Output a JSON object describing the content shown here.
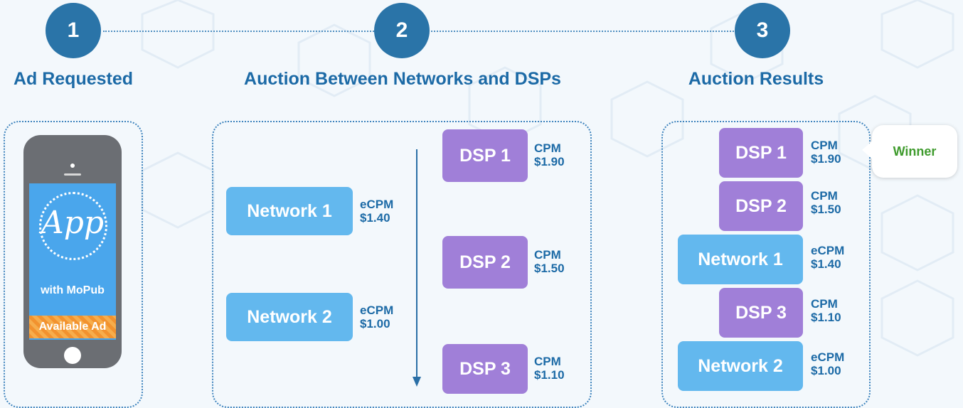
{
  "steps": [
    {
      "number": "1",
      "title": "Ad Requested"
    },
    {
      "number": "2",
      "title": "Auction Between Networks and DSPs"
    },
    {
      "number": "3",
      "title": "Auction Results"
    }
  ],
  "phone": {
    "app_word": "App",
    "app_subtitle": "with MoPub",
    "available_ad": "Available Ad"
  },
  "auction": {
    "dsp1": {
      "name": "DSP 1",
      "metric": "CPM",
      "price": "$1.90"
    },
    "dsp2": {
      "name": "DSP 2",
      "metric": "CPM",
      "price": "$1.50"
    },
    "dsp3": {
      "name": "DSP 3",
      "metric": "CPM",
      "price": "$1.10"
    },
    "network1": {
      "name": "Network 1",
      "metric": "eCPM",
      "price": "$1.40"
    },
    "network2": {
      "name": "Network 2",
      "metric": "eCPM",
      "price": "$1.00"
    }
  },
  "results": [
    {
      "name": "DSP 1",
      "metric": "CPM",
      "price": "$1.90",
      "kind": "dsp"
    },
    {
      "name": "DSP 2",
      "metric": "CPM",
      "price": "$1.50",
      "kind": "dsp"
    },
    {
      "name": "Network 1",
      "metric": "eCPM",
      "price": "$1.40",
      "kind": "network"
    },
    {
      "name": "DSP 3",
      "metric": "CPM",
      "price": "$1.10",
      "kind": "dsp"
    },
    {
      "name": "Network 2",
      "metric": "eCPM",
      "price": "$1.00",
      "kind": "network"
    }
  ],
  "winner_label": "Winner",
  "colors": {
    "step_circle": "#2a74a8",
    "title_text": "#1c6aa6",
    "dsp_box": "#a07fd8",
    "network_box": "#63b8ee",
    "winner_text": "#3f9b2d"
  }
}
